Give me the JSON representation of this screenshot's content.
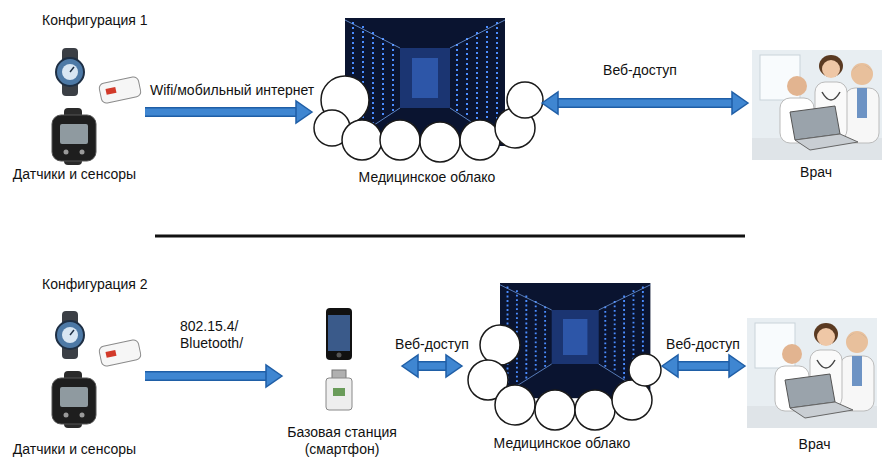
{
  "diagram": {
    "nodes": [
      {
        "text": [
          "Датчики и сенсоры"
        ]
      },
      {
        "text": [
          "Медицинское облако"
        ]
      },
      {
        "text": [
          "Врач"
        ]
      },
      {
        "text": [
          "Датчики и сенсоры"
        ]
      },
      {
        "text": [
          "Базовая станция (смартфон)"
        ]
      },
      {
        "text": [
          "Медицинское облако"
        ]
      },
      {
        "text": [
          "Врач"
        ]
      }
    ],
    "edges": [
      {
        "from": 0,
        "to": 1,
        "arrow": "to",
        "label": "Wifi/мобильный интернет"
      },
      {
        "from": 1,
        "to": 2,
        "arrow": "both",
        "label": "Веб-доступ"
      },
      {
        "from": 3,
        "to": 4,
        "arrow": "to",
        "label": "802.15.4/ Bluetooth/"
      },
      {
        "from": 4,
        "to": 5,
        "arrow": "both",
        "label": "Веб-доступ"
      },
      {
        "from": 5,
        "to": 6,
        "arrow": "both",
        "label": "Веб-доступ"
      }
    ],
    "labels": [
      "Конфигурация 1",
      "Конфигурация 2"
    ]
  }
}
